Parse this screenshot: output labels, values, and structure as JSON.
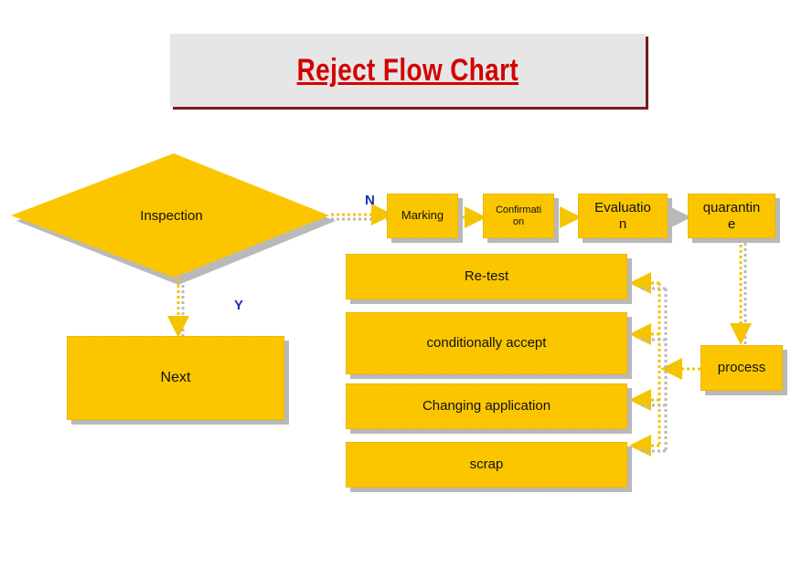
{
  "title": "Reject Flow Chart",
  "nodes": {
    "inspection": "Inspection",
    "next": "Next",
    "marking": "Marking",
    "confirmation": "Confirmati\non",
    "evaluation": "Evaluatio\nn",
    "quarantine": "quarantin\ne",
    "process": "process",
    "retest": "Re-test",
    "conditionally_accept": "conditionally accept",
    "changing_application": "Changing application",
    "scrap": "scrap"
  },
  "edge_labels": {
    "no": "N",
    "yes": "Y"
  },
  "colors": {
    "node_fill": "#fbc600",
    "shadow": "#b9b9b9",
    "title": "#d40000",
    "label_blue": "#1a2fb0"
  }
}
